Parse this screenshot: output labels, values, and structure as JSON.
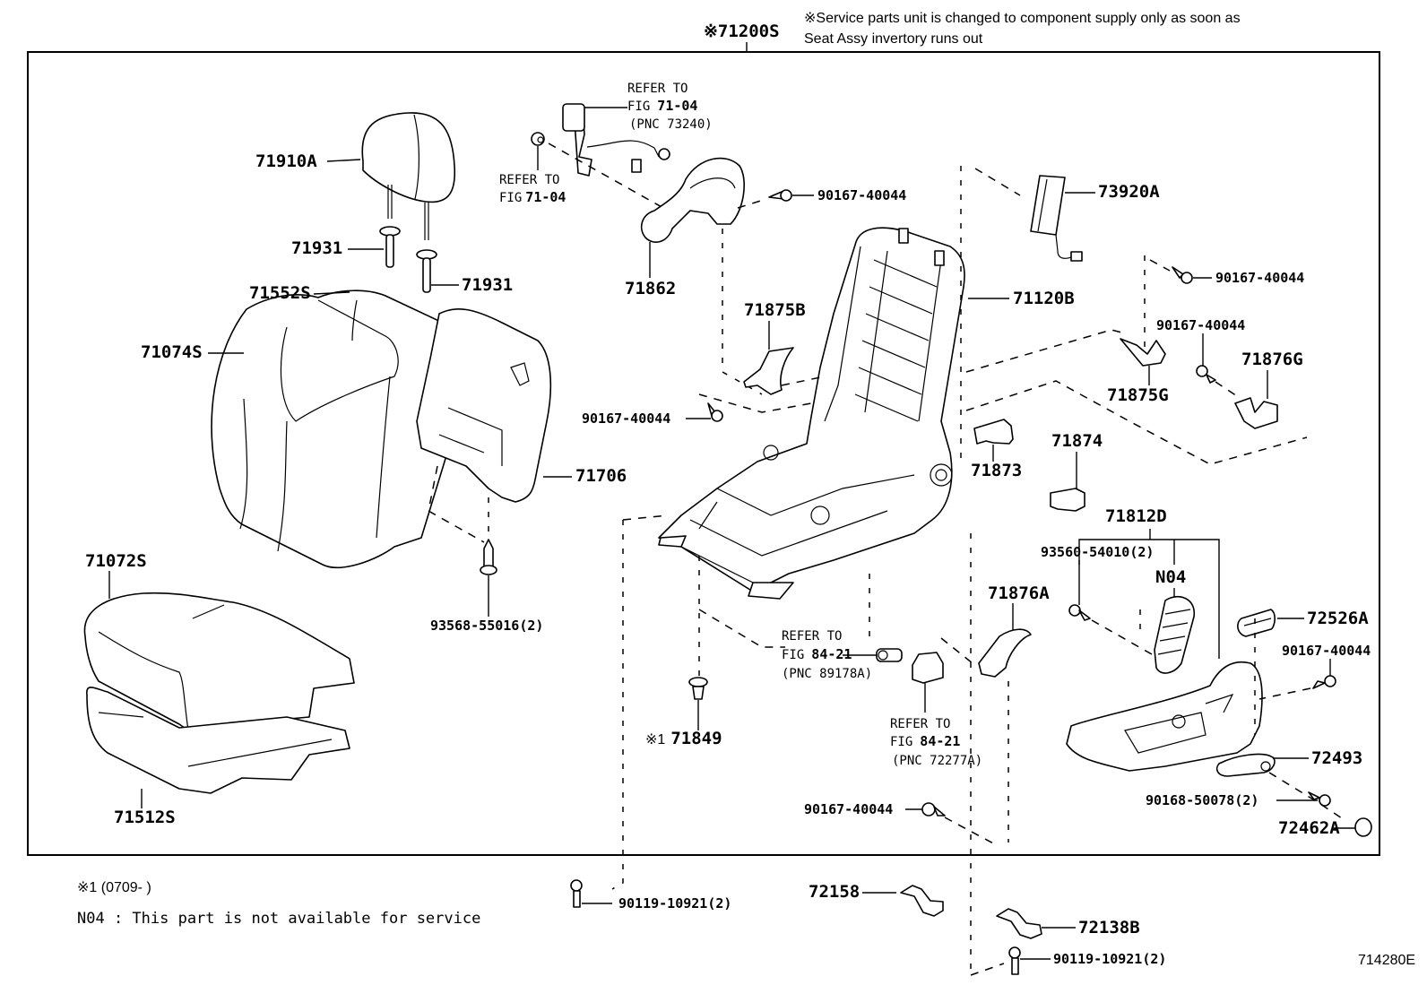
{
  "diagram": {
    "figure_id": "714280E",
    "assembly_label": "※71200S",
    "header_note": {
      "line1": "※Service parts unit is changed to component supply only as soon as",
      "line2": "Seat Assy invertory runs out"
    },
    "footnotes": {
      "note1": "※1 (0709-     )",
      "note2": "N04 : This part is not available for service"
    },
    "parts": {
      "headrest": "71910A",
      "headrest_support_left": "71931",
      "headrest_support_right": "71931",
      "back_cover": "71552S",
      "back_pad": "71074S",
      "back_board": "71706",
      "screw_back_board": "93568-55016(2)",
      "cushion_cover": "71072S",
      "cushion_pad": "71512S",
      "shield_upper": "71862",
      "screw_shield_upper": "90167-40044",
      "lumbar": "73920A",
      "frame_back": "71120B",
      "shield_inner": "71875B",
      "screw_inner_left": "90167-40044",
      "screw_right_upper": "90167-40044",
      "screw_right_mid": "90167-40044",
      "shield_outer_g": "71875G",
      "cover_outer_g": "71876G",
      "bracket_71873": "71873",
      "bracket_71874": "71874",
      "cover_inner_a": "71876A",
      "shield_assy": "71812D",
      "screw_shield_assy": "93560-54010(2)",
      "not_serviced": "N04",
      "knob_recline": "72526A",
      "screw_shield_right": "90167-40044",
      "lever": "72493",
      "screw_lever": "90168-50078(2)",
      "cap": "72462A",
      "clip_71849": "71849",
      "clip_71849_prefix": "※1",
      "screw_bottom_center": "90167-40044",
      "bolt_left": "90119-10921(2)",
      "cover_72158": "72158",
      "cover_72138b": "72138B",
      "bolt_right": "90119-10921(2)"
    },
    "references": {
      "belt_ref": {
        "line1": "REFER TO",
        "line2": "FIG",
        "fig": "71-04",
        "line3": "(PNC 73240)"
      },
      "anchor_ref": {
        "line1": "REFER TO",
        "line2": "FIG",
        "fig": "71-04"
      },
      "switch_ref": {
        "line1": "REFER TO",
        "line2": "FIG",
        "fig": "84-21",
        "line3": "(PNC 89178A)"
      },
      "sensor_ref": {
        "line1": "REFER TO",
        "line2": "FIG",
        "fig": "84-21",
        "line3": "(PNC 72277A)"
      }
    }
  }
}
